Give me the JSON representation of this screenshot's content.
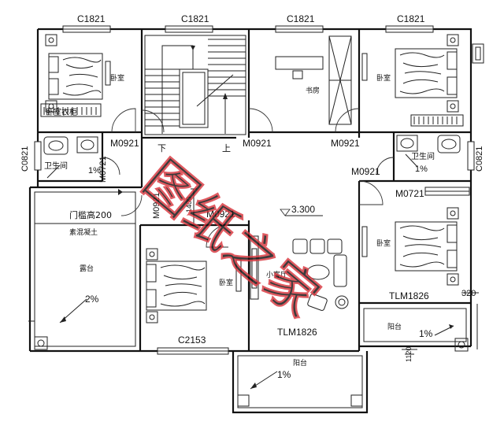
{
  "windows": {
    "w_top_1": "C1821",
    "w_top_2": "C1821",
    "w_top_3": "C1821",
    "w_top_4": "C1821",
    "w_left": "C0821",
    "w_right": "C0821",
    "w_bottom_bed": "C2153"
  },
  "doors": {
    "d_1": "M0921",
    "d_2": "M0921",
    "d_3": "M0921",
    "d_4": "M0921",
    "d_5": "M0921",
    "d_6": "M0721",
    "d_7": "M0721",
    "d_8": "M0921",
    "d_tlm_1": "TLM1826",
    "d_tlm_2": "TLM1826"
  },
  "rooms": {
    "bedroom_1": "卧室",
    "bedroom_2": "卧室",
    "bedroom_3": "卧室",
    "bedroom_4": "卧室",
    "study": "书房",
    "bath_1": "卫生间",
    "bath_2": "卫生间",
    "terrace": "露台",
    "lounge": "小客厅",
    "balcony_1": "阳台",
    "balcony_2": "阳台"
  },
  "annotations": {
    "threshold": "门槛高200",
    "concrete": "素混凝土",
    "stair_down": "下",
    "stair_up": "上",
    "elevation": "3.300",
    "slope_terrace": "2%",
    "slope_bath_1": "1%",
    "slope_bath_2": "1%",
    "slope_balc_1": "1%",
    "slope_balc_2": "1%",
    "dim_1400": "1400",
    "dim_320": "320",
    "dim_1120": "1120",
    "wardrobe_text": "卧室衣柜"
  },
  "watermark": "图纸之家"
}
